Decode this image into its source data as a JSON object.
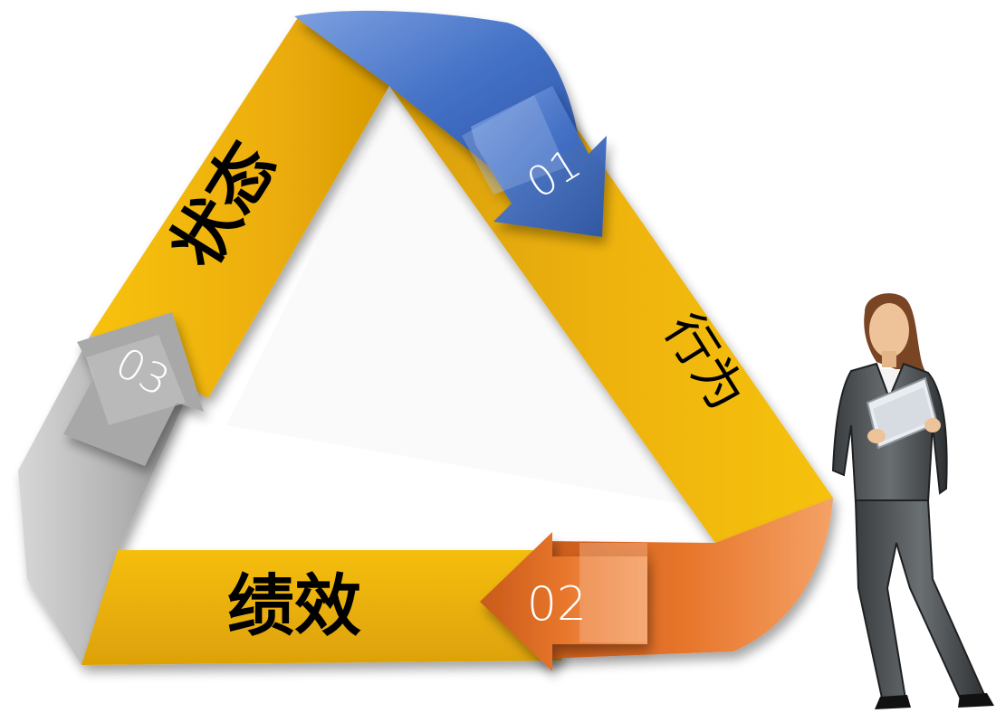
{
  "diagram": {
    "segments": [
      {
        "id": "state",
        "label": "状态",
        "color": "#F2B40A"
      },
      {
        "id": "behavior",
        "label": "行为",
        "color": "#F2B40A"
      },
      {
        "id": "performance",
        "label": "绩效",
        "color": "#F2B40A"
      }
    ],
    "arrows": [
      {
        "id": "arrow-01",
        "number": "01",
        "color": "#3F6FC4"
      },
      {
        "id": "arrow-02",
        "number": "02",
        "color": "#E8762C"
      },
      {
        "id": "arrow-03",
        "number": "03",
        "color": "#A6A6A6"
      }
    ]
  },
  "figure": {
    "icon": "businesswoman-icon"
  }
}
